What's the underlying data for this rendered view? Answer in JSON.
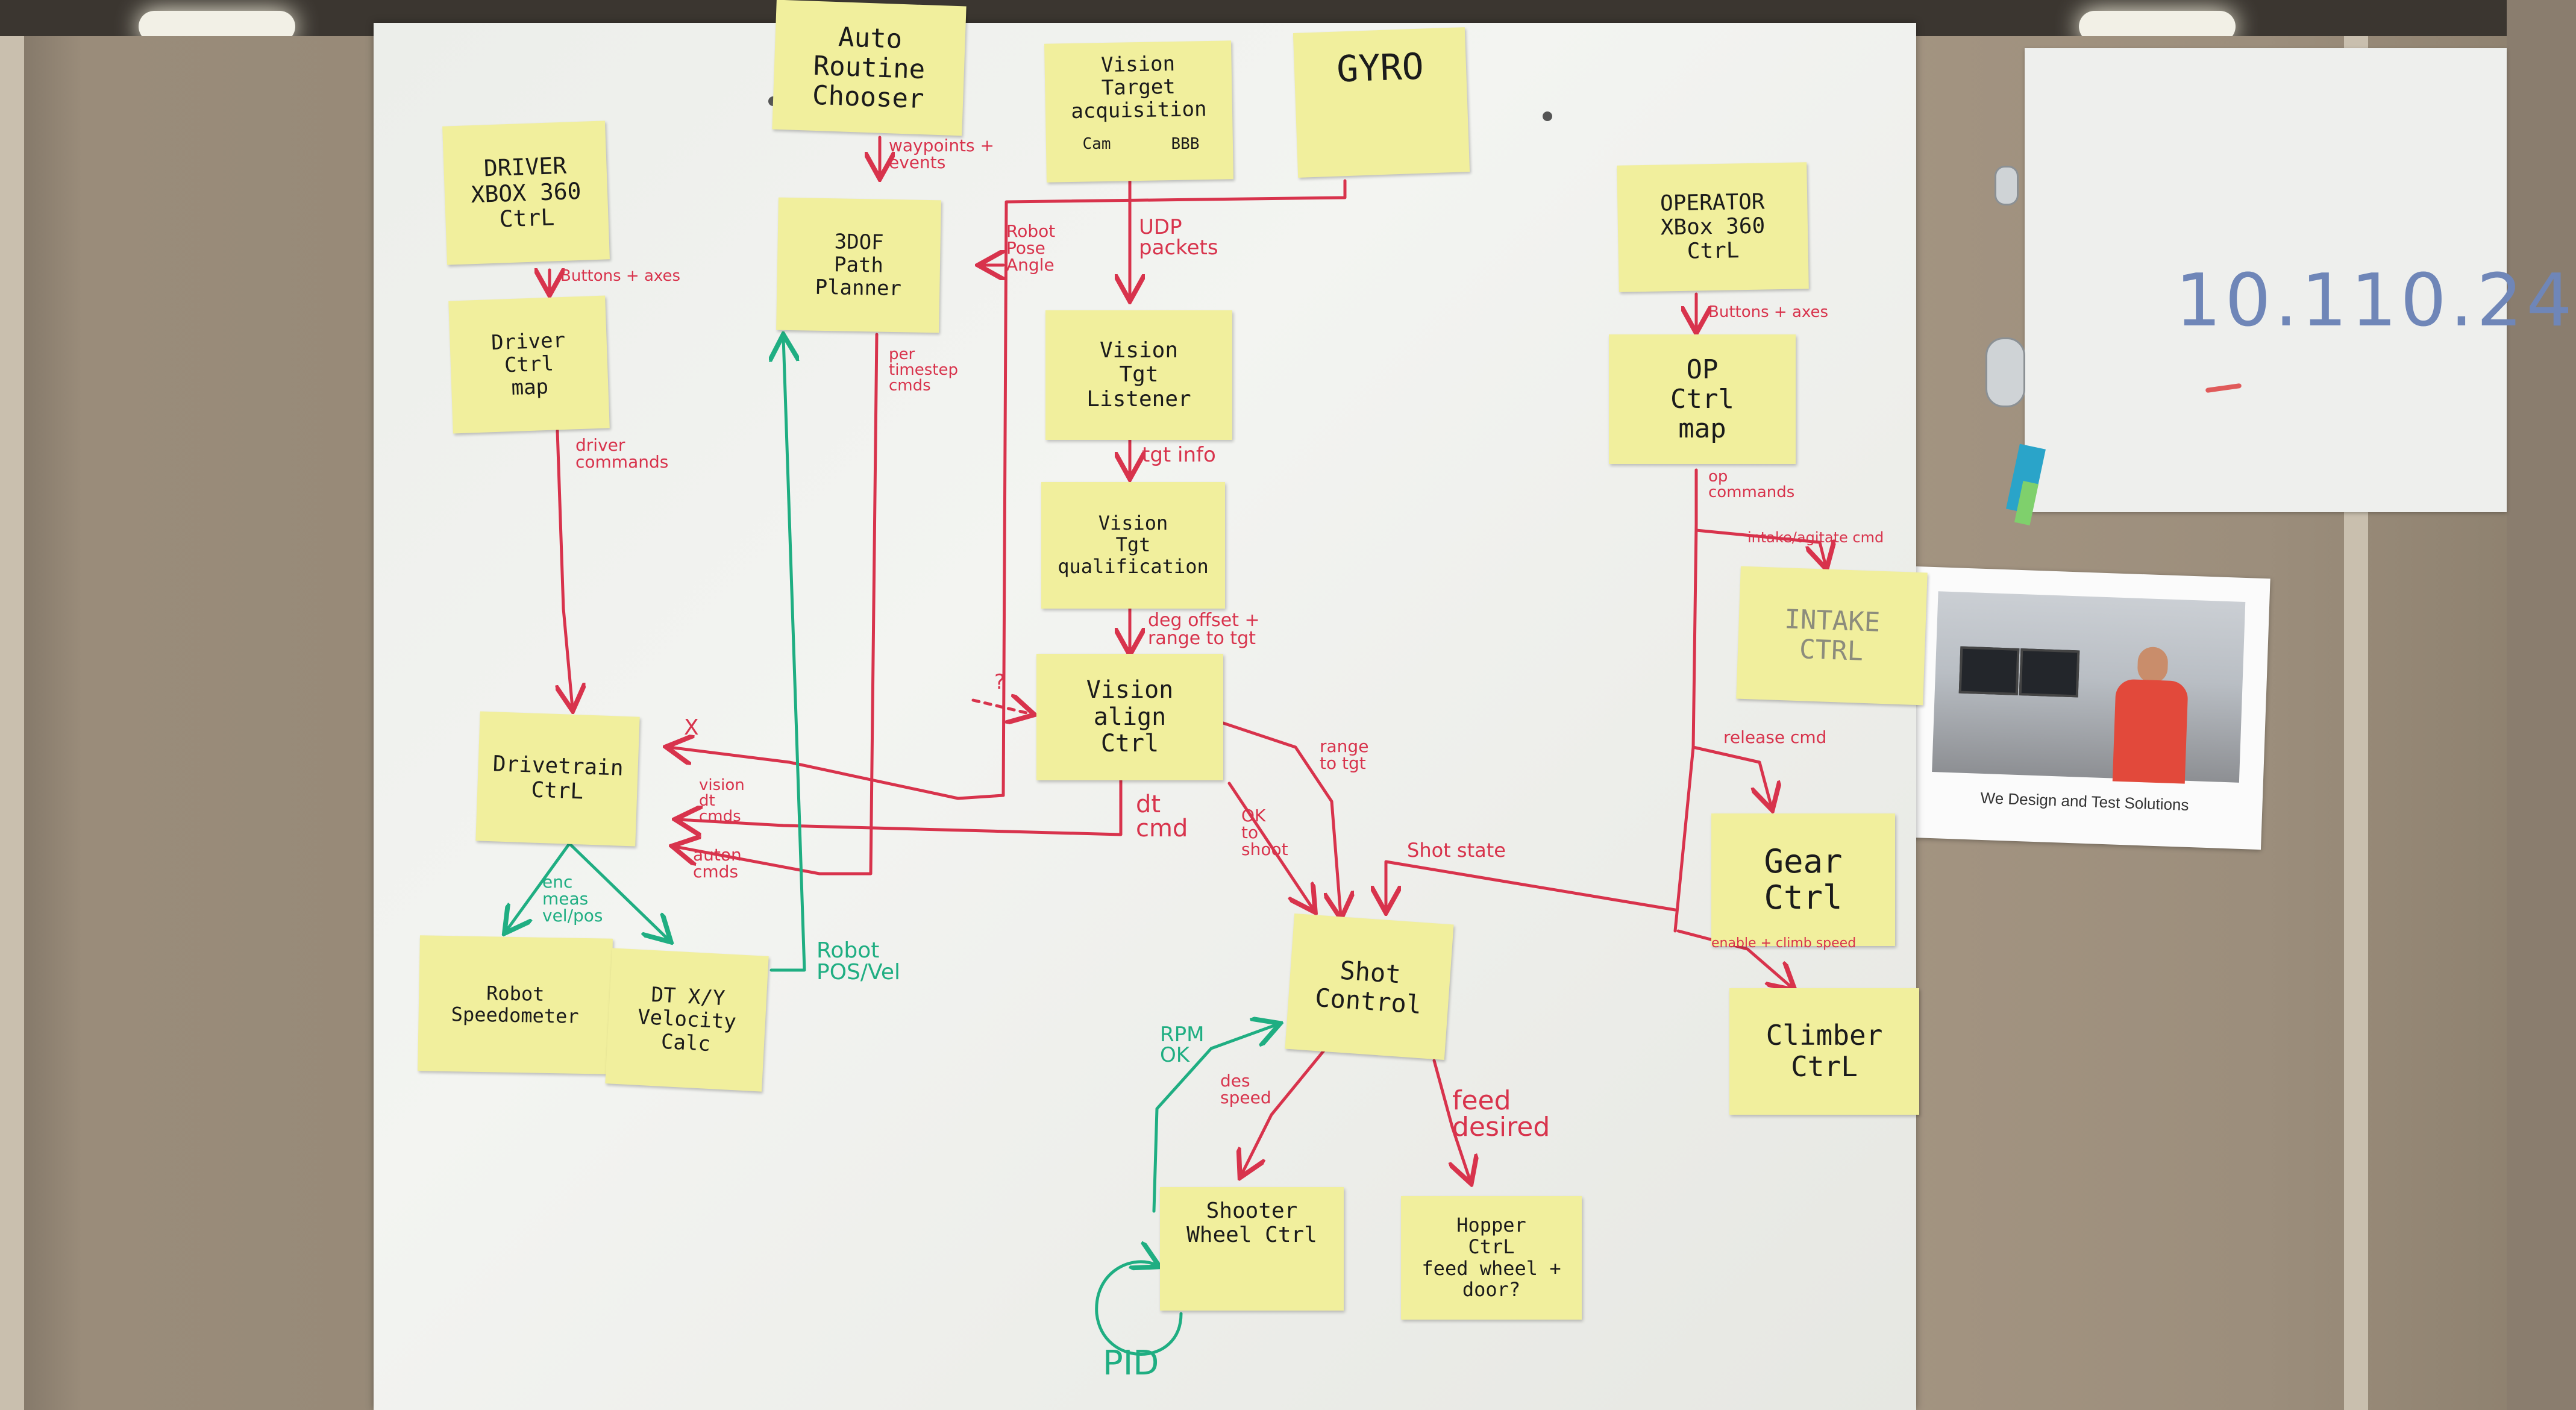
{
  "colors": {
    "sticky": "#f1ef9d",
    "red_marker": "#d8334c",
    "green_marker": "#1fae82",
    "board": "#eff0ec"
  },
  "stickies": {
    "auto_chooser": "Auto\nRoutine\nChooser",
    "vision_target_acq": "Vision\nTarget\nacquisition",
    "cam": "Cam",
    "bbb": "BBB",
    "gyro": "GYRO",
    "driver": "DRIVER\nXBOX 360\nCtrL",
    "path_planner": "3DOF\nPath\nPlanner",
    "operator": "OPERATOR\nXBox 360\nCtrL",
    "driver_ctrl_map": "Driver\nCtrl\nmap",
    "vision_tgt_listener": "Vision\nTgt\nListener",
    "op_ctrl_map": "OP\nCtrl\nmap",
    "vision_tgt_qual": "Vision\nTgt\nqualification",
    "intake_ctrl": "INTAKE\nCTRL",
    "vision_align": "Vision\nalign\nCtrl",
    "drivetrain_ctrl": "Drivetrain\nCtrL",
    "gear_ctrl": "Gear\nCtrl",
    "shot_control": "Shot\nControl",
    "climber_ctrl": "Climber\nCtrL",
    "robot_speedometer": "Robot\nSpeedometer",
    "dt_velocity_calc": "DT X/Y\nVelocity\nCalc",
    "shooter_wheel_ctrl": "Shooter\nWheel Ctrl",
    "hopper_ctrl": "Hopper\nCtrL\nfeed wheel + door?"
  },
  "labels": {
    "waypoints_events": "waypoints +\nevents",
    "buttons_axes_driver": "Buttons + axes",
    "robot_pose_angle": "Robot\nPose\nAngle",
    "udp_packets": "UDP\npackets",
    "per_timestep_cmds": "per\ntimestep\ncmds",
    "buttons_axes_op": "Buttons + axes",
    "driver_commands": "driver\ncommands",
    "tgt_info": "tgt info",
    "op_commands": "op\ncommands",
    "intake_cmd": "intake/agitate cmd",
    "deg_offset": "deg offset +\nrange to tgt",
    "question": "?",
    "release_cmd": "release cmd",
    "x_mark": "X",
    "range_to_tgt": "range\nto tgt",
    "vision_dt_cmds": "vision\ndt\ncmds",
    "dt_cmd": "dt\ncmd",
    "auton_cmds": "auton\ncmds",
    "ok_to_shoot": "OK\nto\nshoot",
    "shot_state": "Shot state",
    "enable_climb": "enable + climb speed",
    "enc_meas": "enc\nmeas\nvel/pos",
    "robot_pos_vel": "Robot\nPOS/Vel",
    "rpm_ok": "RPM\nOK",
    "des_speed": "des\nspeed",
    "feed_desired": "feed\ndesired",
    "pid": "PID"
  },
  "paper": {
    "ip_text": "10.110.24"
  },
  "photo": {
    "caption": "We Design and Test Solutions"
  }
}
